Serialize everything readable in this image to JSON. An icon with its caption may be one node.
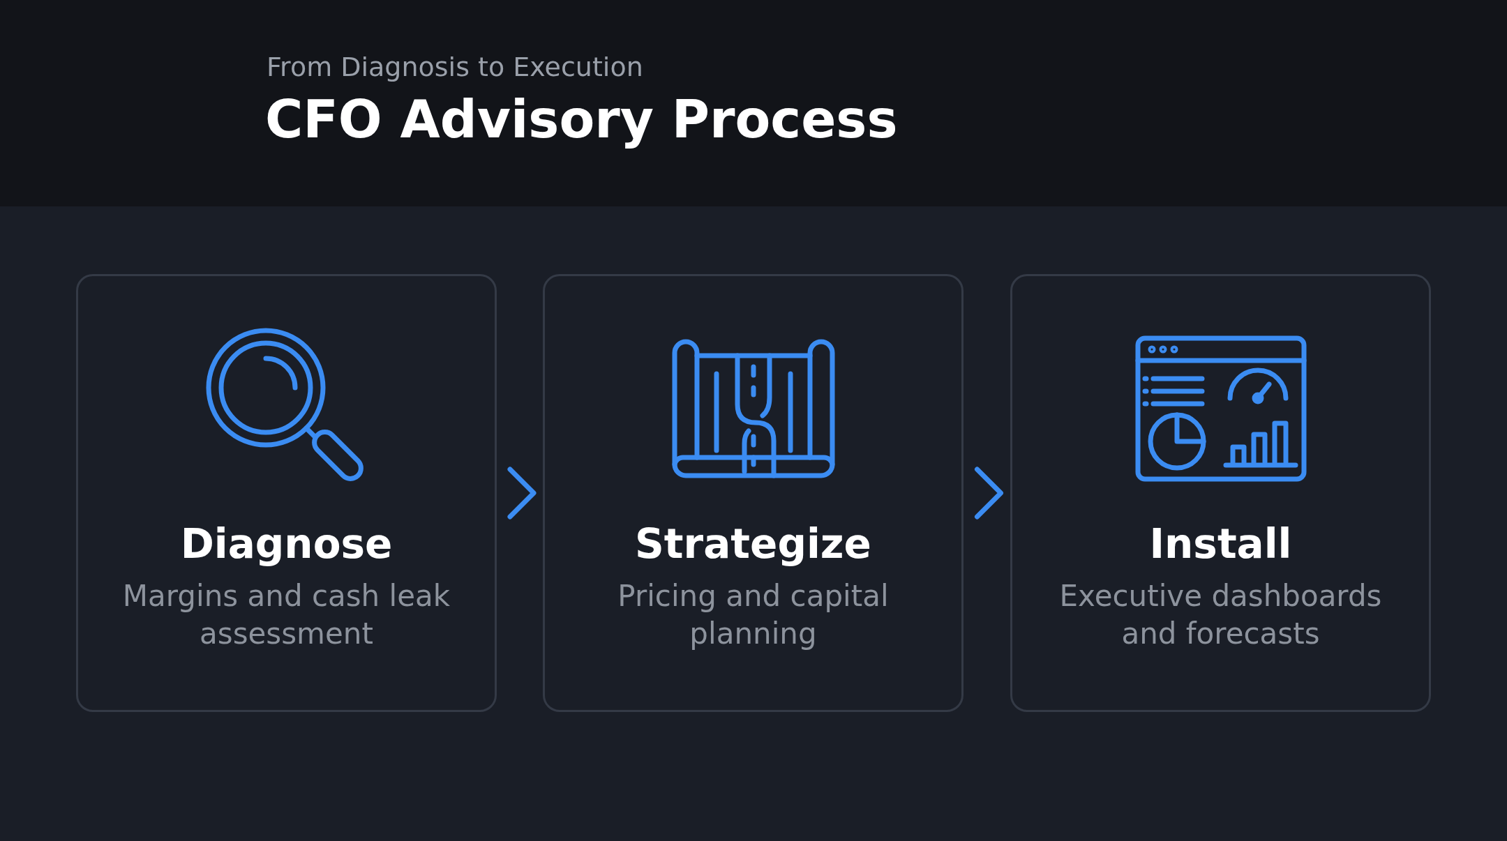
{
  "diagram": {
    "title": "CFO Advisory Process",
    "nodes": [
      {
        "text": [
          "Diagnose",
          "Margins and cash leak assessment"
        ]
      },
      {
        "text": [
          "Strategize",
          "Pricing and capital planning"
        ]
      },
      {
        "text": [
          "Install",
          "Executive dashboards and forecasts"
        ]
      }
    ],
    "edges": [
      {
        "from": 0,
        "to": 1,
        "arrow": "to"
      },
      {
        "from": 1,
        "to": 2,
        "arrow": "to"
      }
    ],
    "labels": [
      "From Diagnosis to Execution"
    ]
  }
}
